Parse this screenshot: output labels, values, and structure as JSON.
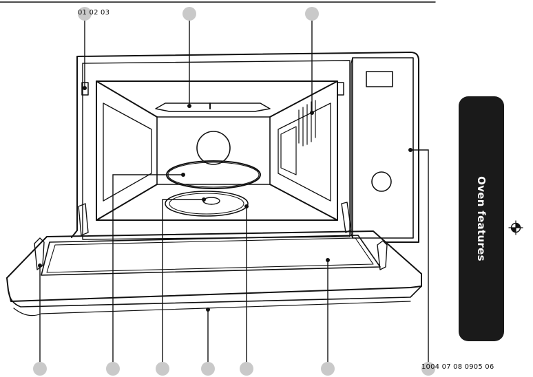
{
  "labels": {
    "top_numbers": "01 02 03",
    "bottom_numbers": "1004 07 08 0905 06"
  },
  "side_tab": {
    "text": "Oven features",
    "color": "#1a1a1a",
    "text_color": "#ffffff"
  },
  "callout_marker_color": "#c9c9c9",
  "line_color": "#111111",
  "icons": {
    "registration": "crosshair-registration-icon"
  }
}
